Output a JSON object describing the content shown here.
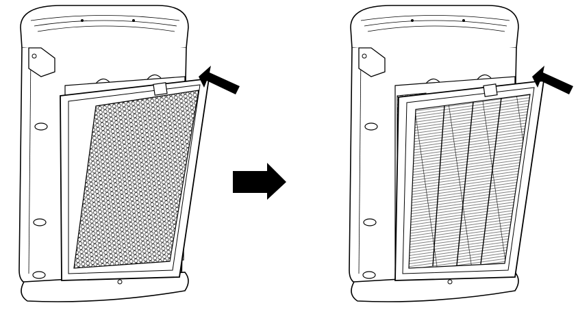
{
  "figure": {
    "steps": [
      {
        "illustration": "air-purifier-with-carbon-prefilter-being-inserted",
        "filter_pattern": "hexagonal-mesh"
      },
      {
        "illustration": "air-purifier-with-hepa-filter-being-inserted",
        "filter_pattern": "pleated"
      }
    ],
    "transition_icon": "arrow-right-icon",
    "insert_direction_icon": "arrow-insert-icon",
    "colors": {
      "line": "#000000",
      "background": "#ffffff"
    }
  }
}
